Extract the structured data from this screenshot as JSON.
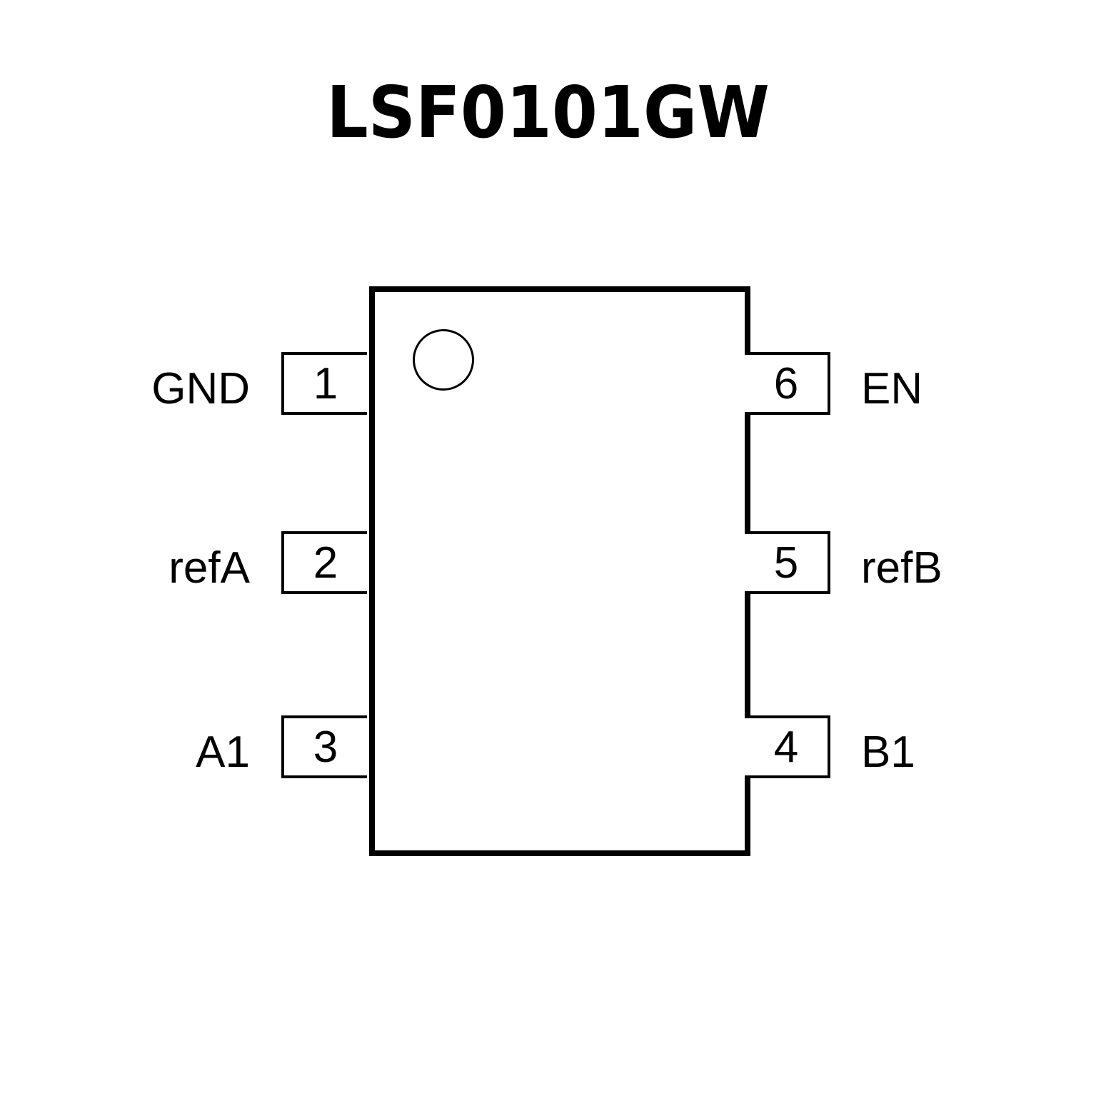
{
  "title": "LSF0101GW",
  "package": {
    "orientation_marker": "pin-1-dot"
  },
  "pins": {
    "left": [
      {
        "number": "1",
        "name": "GND"
      },
      {
        "number": "2",
        "name": "refA"
      },
      {
        "number": "3",
        "name": "A1"
      }
    ],
    "right": [
      {
        "number": "6",
        "name": "EN"
      },
      {
        "number": "5",
        "name": "refB"
      },
      {
        "number": "4",
        "name": "B1"
      }
    ]
  },
  "colors": {
    "stroke": "#000000",
    "background": "#ffffff"
  }
}
